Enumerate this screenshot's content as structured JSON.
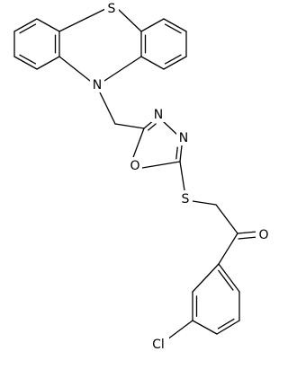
{
  "molecule": {
    "atom_labels": {
      "sulfur_ring": "S",
      "nitrogen_ring": "N",
      "nitrogen_oxadiazole_a": "N",
      "nitrogen_oxadiazole_b": "N",
      "oxygen_oxadiazole": "O",
      "sulfur_thioether": "S",
      "oxygen_carbonyl": "O",
      "chlorine": "Cl"
    }
  },
  "colors": {
    "bond": "#000000",
    "label": "#000000",
    "background": "#ffffff"
  }
}
